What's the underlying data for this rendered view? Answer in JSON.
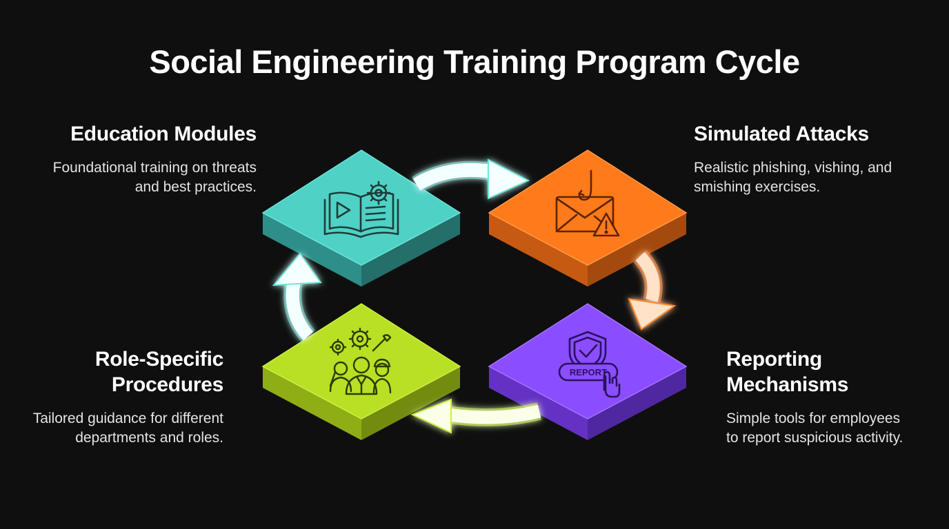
{
  "title": "Social Engineering Training Program Cycle",
  "stages": [
    {
      "id": "education",
      "heading": "Education Modules",
      "description": "Foundational training on threats and best practices.",
      "color": "#4fd1c5",
      "icon": "book-gear-icon"
    },
    {
      "id": "simulated",
      "heading": "Simulated Attacks",
      "description": "Realistic phishing, vishing, and smishing exercises.",
      "color": "#ff7a1a",
      "icon": "phishing-email-icon"
    },
    {
      "id": "reporting",
      "heading": "Reporting Mechanisms",
      "description": "Simple tools for employees to report suspicious activity.",
      "color": "#8a4dff",
      "icon": "report-shield-icon",
      "button_text": "REPORT"
    },
    {
      "id": "role",
      "heading": "Role-Specific Procedures",
      "description": "Tailored guidance for different departments and roles.",
      "color": "#b8e024",
      "icon": "team-gears-icon"
    }
  ],
  "arrows": [
    "education-to-simulated",
    "simulated-to-reporting",
    "reporting-to-role",
    "role-to-education"
  ]
}
